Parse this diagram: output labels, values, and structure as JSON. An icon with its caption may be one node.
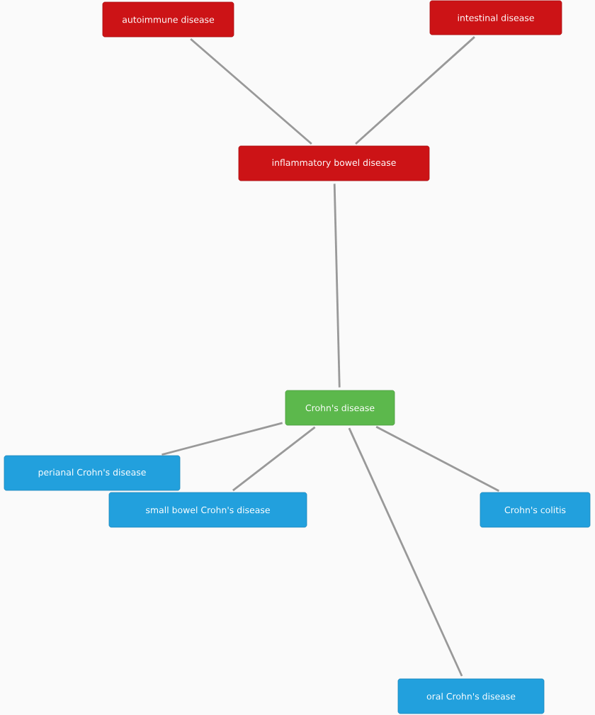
{
  "diagram": {
    "nodes": [
      {
        "text": [
          "autoimmune disease"
        ]
      },
      {
        "text": [
          "intestinal disease"
        ]
      },
      {
        "text": [
          "inflammatory bowel disease"
        ]
      },
      {
        "text": [
          "Crohn's disease"
        ]
      },
      {
        "text": [
          "perianal Crohn's disease"
        ]
      },
      {
        "text": [
          "small bowel Crohn's disease"
        ]
      },
      {
        "text": [
          "Crohn's colitis"
        ]
      },
      {
        "text": [
          "oral Crohn's disease"
        ]
      }
    ],
    "edges": [
      {
        "from": 0,
        "to": 2,
        "arrow": "none"
      },
      {
        "from": 1,
        "to": 2,
        "arrow": "none"
      },
      {
        "from": 2,
        "to": 3,
        "arrow": "none"
      },
      {
        "from": 3,
        "to": 4,
        "arrow": "none"
      },
      {
        "from": 3,
        "to": 5,
        "arrow": "none"
      },
      {
        "from": 3,
        "to": 6,
        "arrow": "none"
      },
      {
        "from": 3,
        "to": 7,
        "arrow": "none"
      }
    ]
  }
}
